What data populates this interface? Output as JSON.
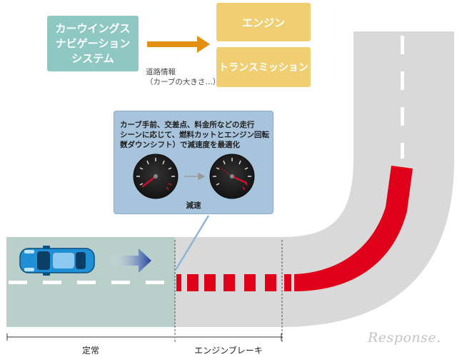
{
  "system": {
    "nav_line1": "カーウイングス",
    "nav_line2": "ナビゲーション",
    "nav_line3": "システム",
    "engine": "エンジン",
    "transmission": "トランスミッション",
    "road_info": "道路情報",
    "road_info_detail": "（カーブの大きさ…）"
  },
  "callout": {
    "line1": "カーブ手前、交差点、料金所などの走行",
    "line2": "シーンに応じて、燃料カットとエンジン回転数",
    "line3": "（ダウンシフト）で減速度を最適化",
    "decel_label": "減速"
  },
  "zones": {
    "steady": "定常",
    "engine_brake": "エンジンブレーキ"
  },
  "watermark": "Response.",
  "colors": {
    "road": "#d9d9d9",
    "steady_zone": "#b9cfca",
    "decel_marks": "#e0001a",
    "box_nav": "#8fc8c3",
    "box_powertrain": "#efcf72",
    "arrow": "#e38f12",
    "callout": "#a8c4dc",
    "car": "#1f8fd6"
  },
  "icons": [
    "car-icon",
    "speed-arrow-icon",
    "tachometer-before-icon",
    "tachometer-after-icon"
  ]
}
